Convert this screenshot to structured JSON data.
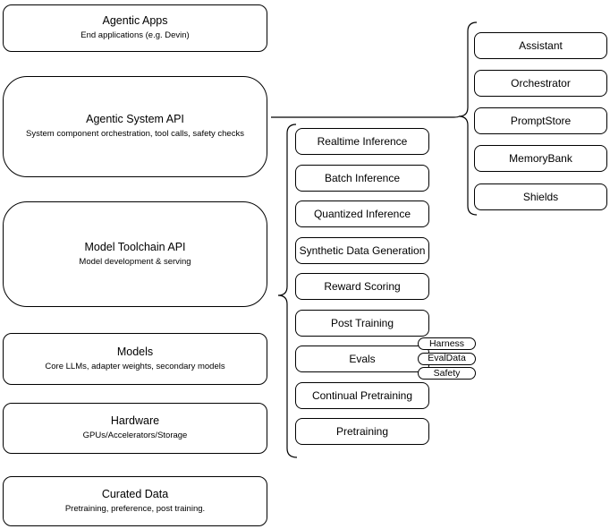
{
  "diagram": {
    "colors": {
      "stroke": "#000000",
      "fill": "#ffffff",
      "text": "#000000"
    },
    "stack": [
      {
        "title": "Agentic Apps",
        "subtitle": "End applications (e.g. Devin)"
      },
      {
        "title": "Agentic System API",
        "subtitle": "System component orchestration, tool calls, safety checks"
      },
      {
        "title": "Model Toolchain API",
        "subtitle": "Model development & serving"
      },
      {
        "title": "Models",
        "subtitle": "Core LLMs, adapter weights, secondary models"
      },
      {
        "title": "Hardware",
        "subtitle": "GPUs/Accelerators/Storage"
      },
      {
        "title": "Curated Data",
        "subtitle": "Pretraining, preference, post training."
      }
    ],
    "toolchain_services": [
      "Realtime Inference",
      "Batch Inference",
      "Quantized Inference",
      "Synthetic Data Generation",
      "Reward Scoring",
      "Post Training",
      "Evals",
      "Continual Pretraining",
      "Pretraining"
    ],
    "evals_components": [
      "Harness",
      "EvalData",
      "Safety"
    ],
    "system_components": [
      "Assistant",
      "Orchestrator",
      "PromptStore",
      "MemoryBank",
      "Shields"
    ]
  }
}
